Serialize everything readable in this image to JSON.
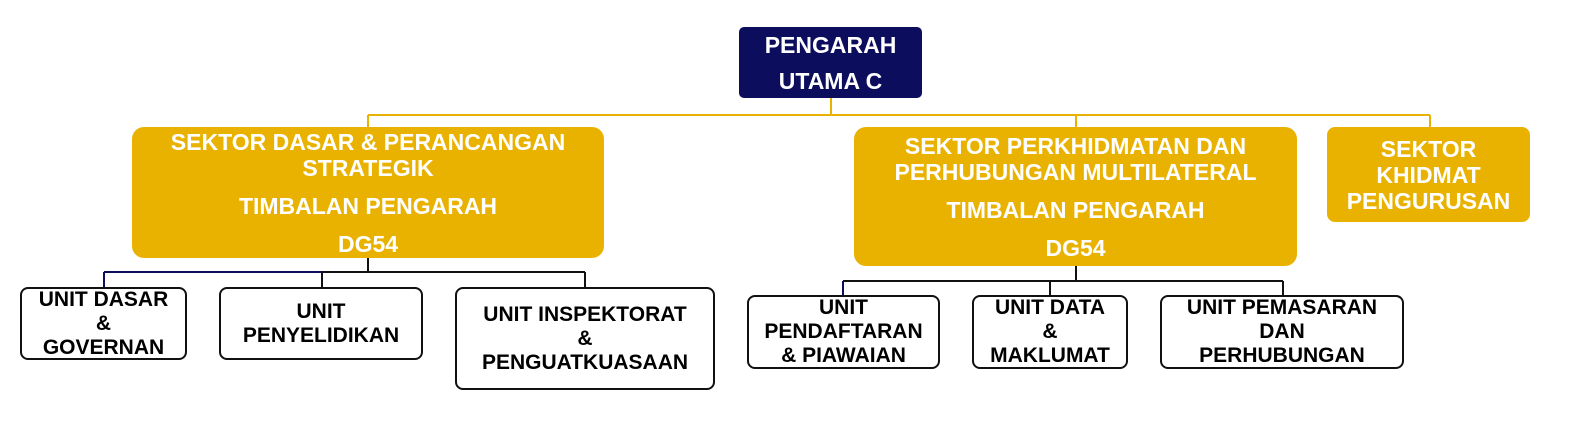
{
  "colors": {
    "top_fill": "#0d0d5e",
    "sector_fill": "#e9b200",
    "connector_gold": "#e9b200",
    "connector_navy": "#0d0d5e",
    "connector_black": "#111111"
  },
  "top": {
    "line1": "PENGARAH",
    "line2": "UTAMA C"
  },
  "sectors": {
    "dasar": {
      "line1": "SEKTOR DASAR & PERANCANGAN",
      "line2": "STRATEGIK",
      "role": "TIMBALAN PENGARAH",
      "grade": "DG54"
    },
    "perkhidmatan": {
      "line1": "SEKTOR PERKHIDMATAN DAN",
      "line2": "PERHUBUNGAN MULTILATERAL",
      "role": "TIMBALAN PENGARAH",
      "grade": "DG54"
    },
    "khidmat": {
      "line1": "SEKTOR",
      "line2": "KHIDMAT",
      "line3": "PENGURUSAN"
    }
  },
  "units": {
    "dasar_governan": {
      "line1": "UNIT DASAR",
      "line2": "&",
      "line3": "GOVERNAN"
    },
    "penyelidikan": {
      "line1": "UNIT",
      "line2": "PENYELIDIKAN"
    },
    "inspektorat": {
      "line1": "UNIT INSPEKTORAT",
      "line2": "&",
      "line3": "PENGUATKUASAAN"
    },
    "pendaftaran": {
      "line1": "UNIT",
      "line2": "PENDAFTARAN",
      "line3": "& PIAWAIAN"
    },
    "data": {
      "line1": "UNIT DATA",
      "line2": "&",
      "line3": "MAKLUMAT"
    },
    "pemasaran": {
      "line1": "UNIT PEMASARAN",
      "line2": "DAN",
      "line3": "PERHUBUNGAN"
    }
  }
}
